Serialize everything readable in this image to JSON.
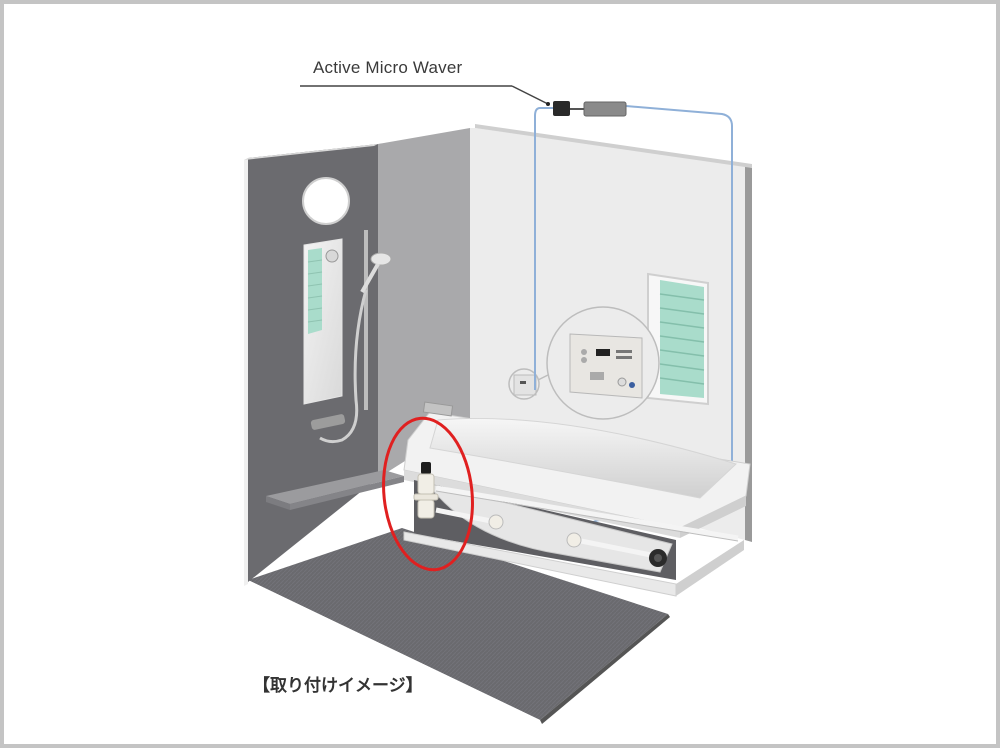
{
  "illustration": {
    "subject": "bathroom-cutaway-installation",
    "callout": {
      "label": "Active Micro Waver"
    },
    "caption": "【取り付けイメージ】",
    "highlight_color": "#e02020",
    "cable_color": "#8fb0d8",
    "colors": {
      "border": "#c4c4c4",
      "background": "#ffffff",
      "dark_wall": "#6b6b6f",
      "mid_wall": "#a9a9ab",
      "back_wall": "#e9e9e9",
      "floor": "#6a6a6e",
      "window_glass": "#a9dccb"
    }
  }
}
